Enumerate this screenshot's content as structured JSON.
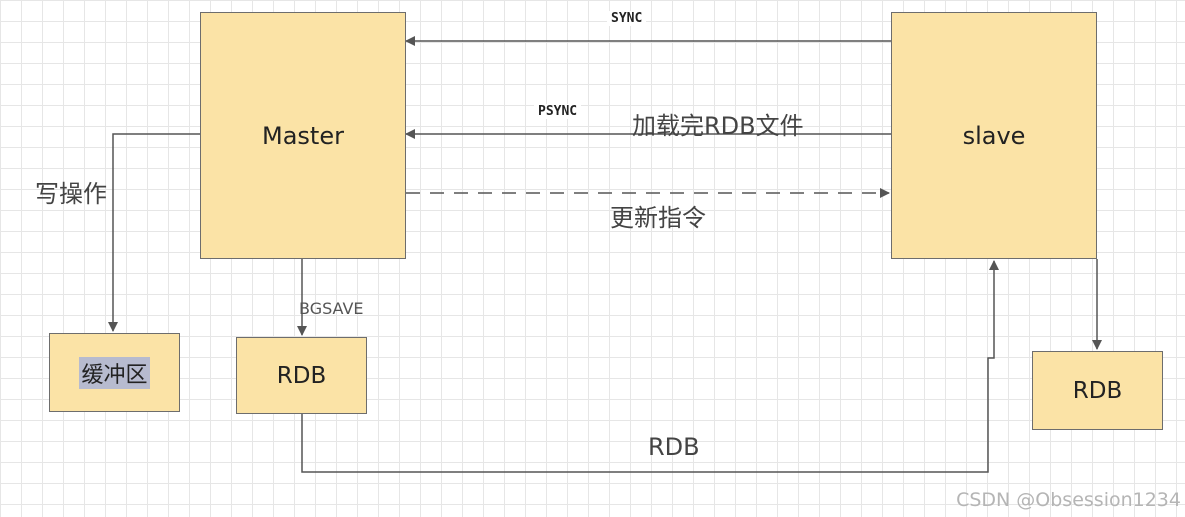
{
  "nodes": {
    "master": "Master",
    "slave": "slave",
    "buffer": "缓冲区",
    "master_rdb": "RDB",
    "slave_rdb": "RDB"
  },
  "edges": {
    "sync": "SYNC",
    "psync": "PSYNC",
    "load_rdb_done": "加载完RDB文件",
    "update_command": "更新指令",
    "write_ops": "写操作",
    "bgsave": "BGSAVE",
    "rdb_transfer": "RDB"
  },
  "watermark": "CSDN @Obsession1234",
  "colors": {
    "box_fill": "#fbe3a6",
    "box_border": "#6d6d6d",
    "line": "#555555",
    "buffer_highlight": "#b7bbcf"
  }
}
